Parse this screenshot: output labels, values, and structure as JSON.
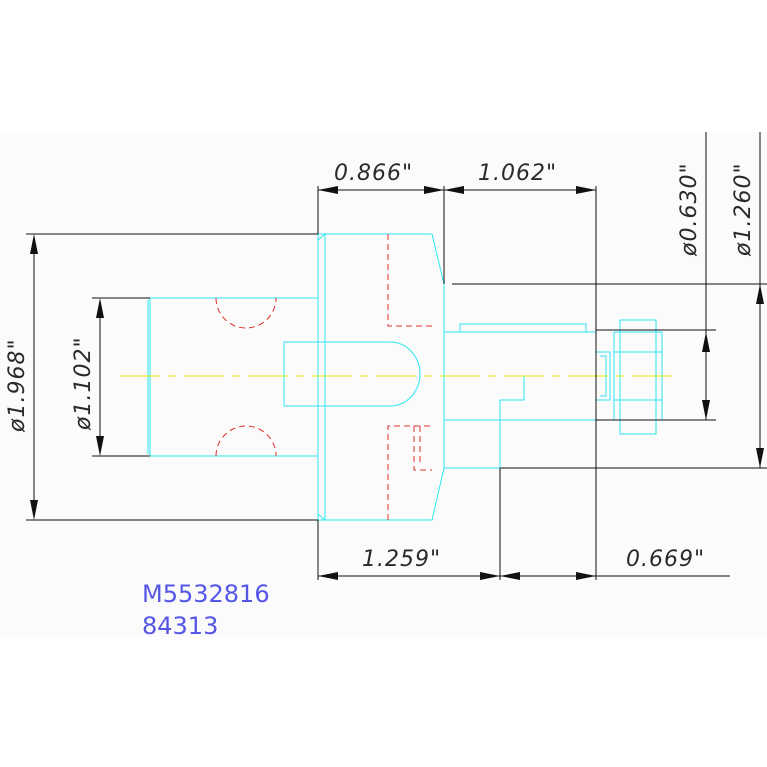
{
  "drawing": {
    "dimensions": {
      "d_0866": "0.866\"",
      "d_1062": "1.062\"",
      "d_1968": "ø1.968\"",
      "d_1102": "ø1.102\"",
      "d_0630": "ø0.630\"",
      "d_1260": "ø1.260\"",
      "d_1259": "1.259\"",
      "d_0669": "0.669\""
    },
    "part_number": "M5532816",
    "part_code": "84313",
    "colors": {
      "outline": "#2ee6f0",
      "hidden": "#e0302a",
      "centerline": "#e8e800",
      "dimension": "#111111",
      "part_text": "#5555e6"
    }
  }
}
